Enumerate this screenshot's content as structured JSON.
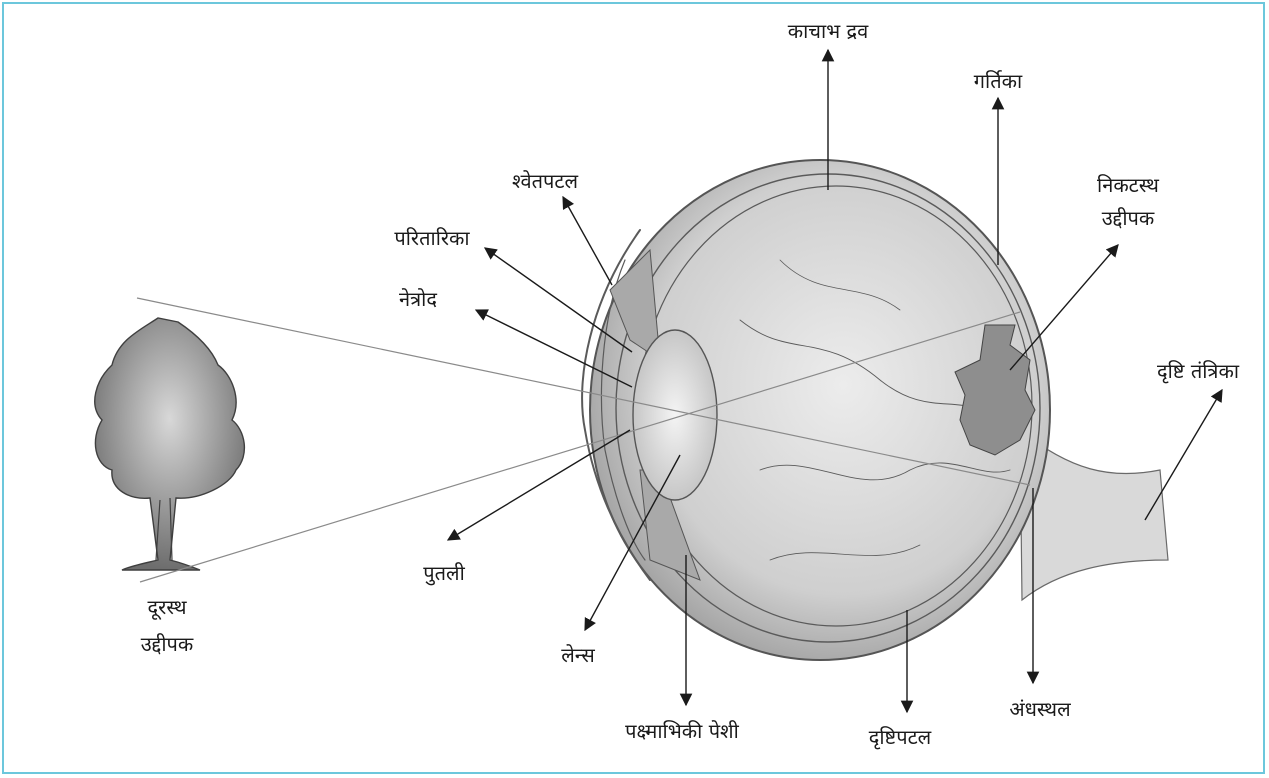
{
  "labels": {
    "vitreous_humour": "काचाभ द्रव",
    "fovea": "गर्तिका",
    "sclera": "श्वेतपटल",
    "near_object_line1": "निकटस्थ",
    "near_object_line2": "उद्दीपक",
    "iris": "परितारिका",
    "cornea": "नेत्रोद",
    "optic_nerve": "दृष्टि तंत्रिका",
    "pupil": "पुतली",
    "distant_object_line1": "दूरस्थ",
    "distant_object_line2": "उद्दीपक",
    "lens": "लेन्स",
    "ciliary_muscle": "पक्ष्माभिकी पेशी",
    "retina": "दृष्टिपटल",
    "blind_spot": "अंधस्थल"
  },
  "colors": {
    "frame_border": "#6cc7dc",
    "text": "#1a1a1a",
    "drawing": "#5a5a5a"
  }
}
